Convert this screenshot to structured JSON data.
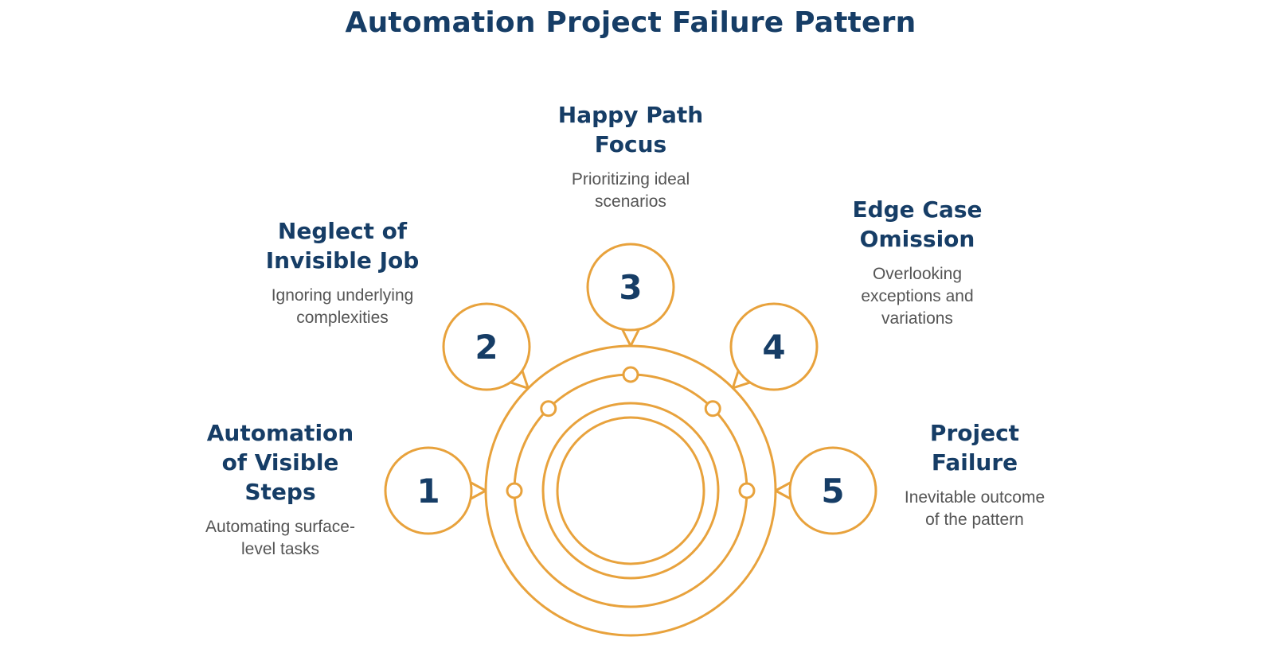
{
  "title": "Automation Project Failure Pattern",
  "colors": {
    "ring": "#e8a23c",
    "title": "#163d66",
    "description": "#555555",
    "background": "#ffffff"
  },
  "steps": [
    {
      "number": "1",
      "title_lines": [
        "Automation",
        "of Visible",
        "Steps"
      ],
      "description_lines": [
        "Automating surface-",
        "level tasks"
      ]
    },
    {
      "number": "2",
      "title_lines": [
        "Neglect of",
        "Invisible Job"
      ],
      "description_lines": [
        "Ignoring underlying",
        "complexities"
      ]
    },
    {
      "number": "3",
      "title_lines": [
        "Happy Path",
        "Focus"
      ],
      "description_lines": [
        "Prioritizing ideal",
        "scenarios"
      ]
    },
    {
      "number": "4",
      "title_lines": [
        "Edge Case",
        "Omission"
      ],
      "description_lines": [
        "Overlooking",
        "exceptions and",
        "variations"
      ]
    },
    {
      "number": "5",
      "title_lines": [
        "Project",
        "Failure"
      ],
      "description_lines": [
        "Inevitable outcome",
        "of the pattern"
      ]
    }
  ]
}
